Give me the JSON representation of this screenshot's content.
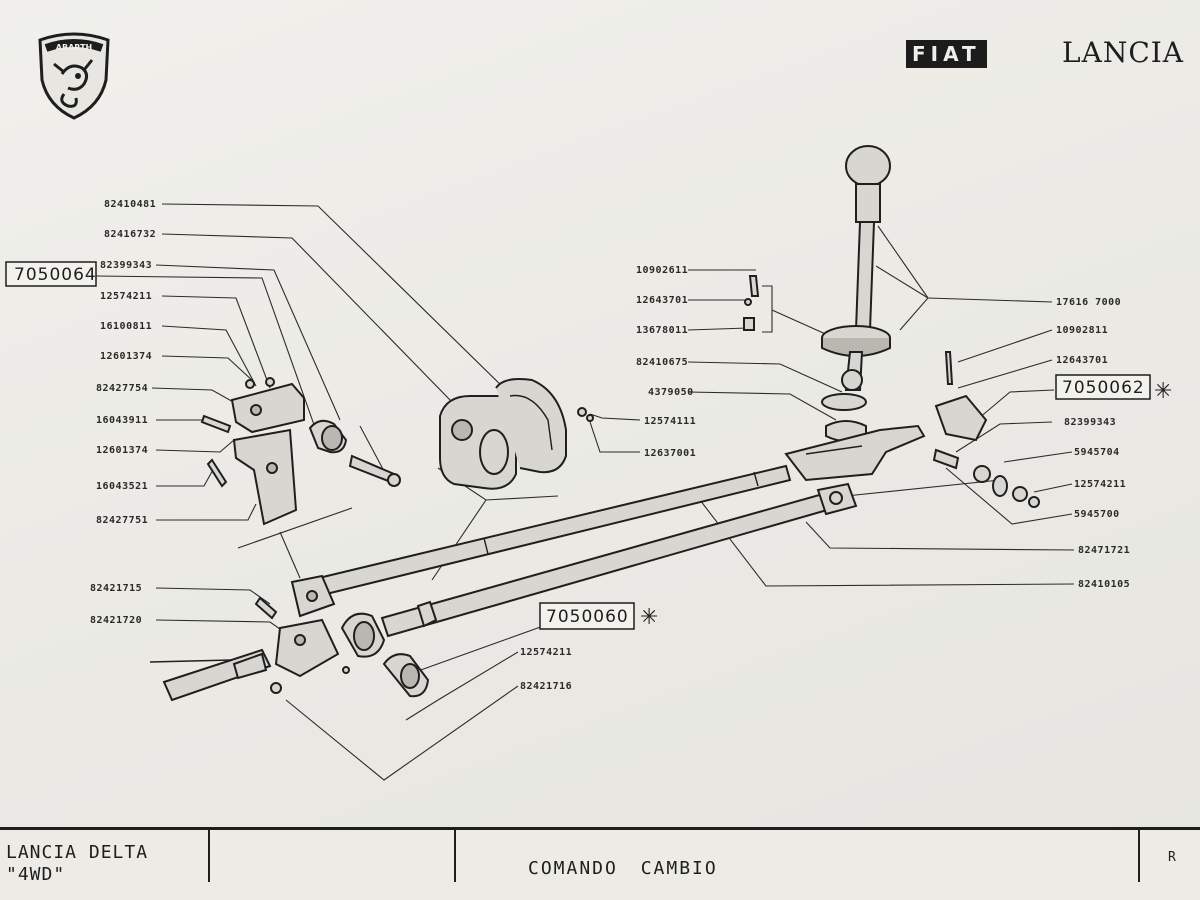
{
  "header": {
    "abarth_badge_text": "ABARTH",
    "brand_left": "FIAT",
    "brand_right": "LANCIA"
  },
  "callouts": {
    "left": [
      "82410481",
      "82416732",
      "82399343",
      "12574211",
      "16100811",
      "12601374",
      "82427754",
      "16043911",
      "12601374",
      "16043521",
      "82427751"
    ],
    "boxed": [
      "7050064",
      "7050062",
      "7050060"
    ],
    "middle": [
      "12574111",
      "12637001"
    ],
    "center_left": [
      "10902611",
      "12643701",
      "13678011",
      "82410675",
      "4379050"
    ],
    "right": [
      "17616 7000",
      "10902811",
      "12643701",
      "82399343",
      "5945704",
      "12574211",
      "5945700",
      "82471721",
      "82410105"
    ],
    "lower_left": [
      "82421715",
      "82421720"
    ],
    "lower_middle": [
      "12574211",
      "82421716"
    ],
    "asterisk": "✳"
  },
  "title_block": {
    "model_line1": "LANCIA DELTA",
    "model_line2": "\"4WD\"",
    "drawing_title": "COMANDO CAMBIO",
    "sheet_ref": "R"
  }
}
